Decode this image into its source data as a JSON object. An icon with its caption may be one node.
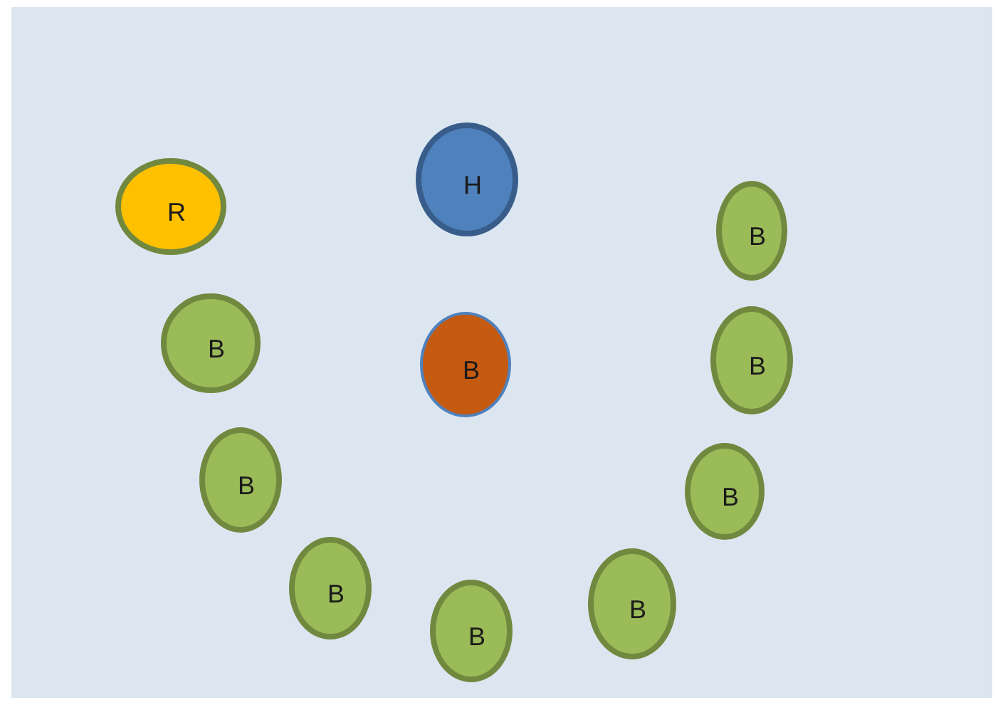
{
  "diagram": {
    "nodes": [
      {
        "text": [
          "H"
        ]
      },
      {
        "text": [
          "R"
        ]
      },
      {
        "text": [
          "B"
        ]
      },
      {
        "text": [
          "B"
        ]
      },
      {
        "text": [
          "B"
        ]
      },
      {
        "text": [
          "B"
        ]
      },
      {
        "text": [
          "B"
        ]
      },
      {
        "text": [
          "B"
        ]
      },
      {
        "text": [
          "B"
        ]
      },
      {
        "text": [
          "B"
        ]
      },
      {
        "text": [
          "B"
        ]
      }
    ],
    "edges": []
  }
}
